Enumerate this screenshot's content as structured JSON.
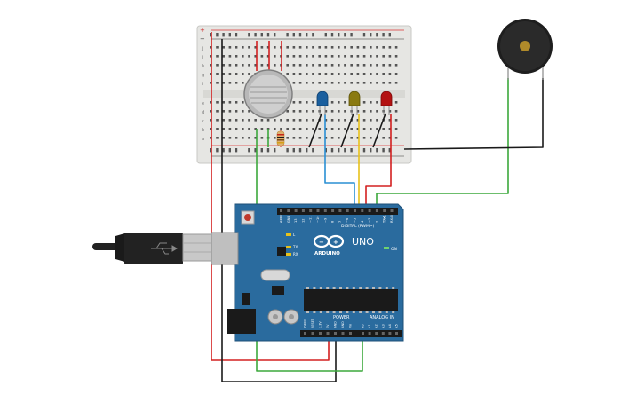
{
  "board": {
    "model": "UNO",
    "brand": "ARDUINO",
    "digital_label": "DIGITAL (PWM~)",
    "power_label": "POWER",
    "analog_label": "ANALOG IN",
    "on_label": "ON",
    "tx_label": "TX",
    "rx_label": "RX",
    "l_label": "L",
    "digital_pins": [
      "AREF",
      "GND",
      "13",
      "12",
      "~11",
      "~10",
      "~9",
      "8",
      "7",
      "~6",
      "~5",
      "4",
      "~3",
      "2",
      "TX▸1",
      "RX◂0"
    ],
    "power_pins": [
      "IOREF",
      "RESET",
      "3.3V",
      "5V",
      "GND",
      "GND",
      "Vin"
    ],
    "analog_pins": [
      "A0",
      "A1",
      "A2",
      "A3",
      "A4",
      "A5"
    ]
  },
  "breadboard": {
    "top_row_labels": [
      "j",
      "i",
      "h",
      "g",
      "f"
    ],
    "bottom_row_labels": [
      "e",
      "d",
      "c",
      "b",
      "a"
    ],
    "rail_plus": "+",
    "rail_minus": "−"
  },
  "components": {
    "led_colors": [
      "#1a5f9e",
      "#8a7a12",
      "#b31212"
    ],
    "wire_colors": {
      "power": "#d32020",
      "ground": "#1a1a1a",
      "signal_green": "#3ca83c",
      "signal_yellow": "#e8c21a",
      "signal_blue": "#2a8fd4"
    },
    "board_color": "#2a6b9e",
    "breadboard_color": "#e9e9e6"
  }
}
